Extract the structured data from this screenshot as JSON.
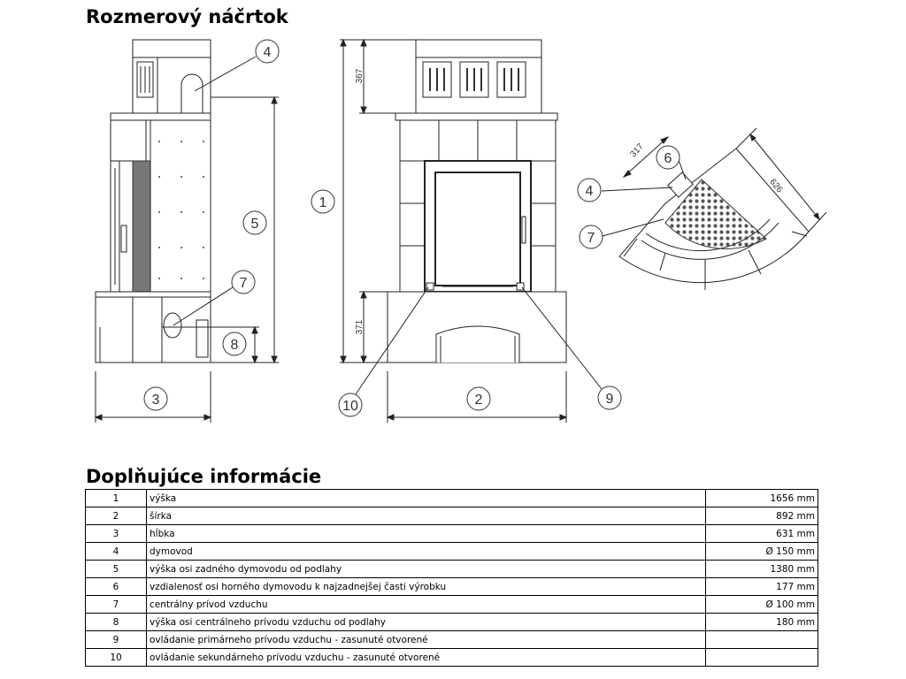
{
  "sketch": {
    "title": "Rozmerový náčrtok",
    "side_view": {
      "callouts": [
        "4",
        "5",
        "7",
        "8",
        "3"
      ]
    },
    "front_view": {
      "dims": {
        "top": "367",
        "bottom": "371"
      },
      "callouts": [
        "1",
        "2",
        "9",
        "10"
      ]
    },
    "top_view": {
      "dims": {
        "side": "317",
        "diag": "626"
      },
      "callouts": [
        "6",
        "4",
        "7"
      ]
    }
  },
  "info": {
    "title": "Doplňujúce informácie",
    "rows": [
      {
        "num": "1",
        "label": "výška",
        "value": "1656 mm"
      },
      {
        "num": "2",
        "label": "šírka",
        "value": "892 mm"
      },
      {
        "num": "3",
        "label": "hĺbka",
        "value": "631 mm"
      },
      {
        "num": "4",
        "label": "dymovod",
        "value": "Ø 150 mm"
      },
      {
        "num": "5",
        "label": "výška osi zadného dymovodu od podlahy",
        "value": "1380 mm"
      },
      {
        "num": "6",
        "label": "vzdialenosť osi horného dymovodu k najzadnejšej časti výrobku",
        "value": "177 mm"
      },
      {
        "num": "7",
        "label": "centrálny prívod vzduchu",
        "value": "Ø 100 mm"
      },
      {
        "num": "8",
        "label": "výška osi centrálneho prívodu vzduchu od podlahy",
        "value": "180 mm"
      },
      {
        "num": "9",
        "label": "ovládanie primárneho prívodu vzduchu - zasunuté otvorené",
        "value": ""
      },
      {
        "num": "10",
        "label": "ovládanie sekundárneho prívodu vzduchu - zasunuté otvorené",
        "value": ""
      }
    ]
  }
}
